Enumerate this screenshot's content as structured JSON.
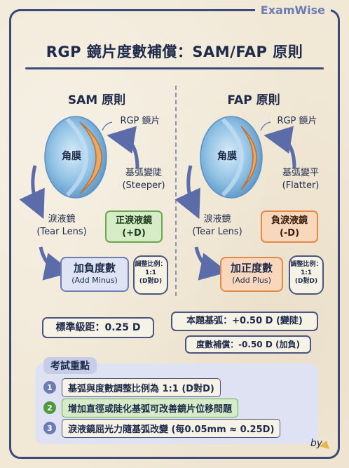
{
  "brand": "ExamWise",
  "title": "RGP 鏡片度數補償：SAM/FAP 原則",
  "sam": {
    "heading": "SAM 原則",
    "lens_label": "RGP 鏡片",
    "cornea_label": "角膜",
    "curve_label": "基弧變陡",
    "curve_sub": "(Steeper)",
    "tear_label": "淚液鏡",
    "tear_sub": "(Tear Lens)",
    "tag": "正淚液鏡",
    "tag_sub": "(+D)",
    "result": "加負度數",
    "result_sub": "(Add Minus)",
    "ratio_title": "調整比例：",
    "ratio_value": "1:1",
    "ratio_sub": "(D對D)"
  },
  "fap": {
    "heading": "FAP 原則",
    "lens_label": "RGP 鏡片",
    "cornea_label": "角膜",
    "curve_label": "基弧變平",
    "curve_sub": "(Flatter)",
    "tear_label": "淚液鏡",
    "tear_sub": "(Tear Lens)",
    "tag": "負淚液鏡",
    "tag_sub": "(-D)",
    "result": "加正度數",
    "result_sub": "(Add Plus)",
    "ratio_title": "調整比例：",
    "ratio_value": "1:1",
    "ratio_sub": "(D對D)"
  },
  "step": "標準級距：0.25 D",
  "example": {
    "base_curve": "本題基弧：+0.50 D (變陡)",
    "compensation": "度數補償：-0.50 D (加負)"
  },
  "exam": {
    "title": "考試重點",
    "items": [
      {
        "num": "1",
        "text": "基弧與度數調整比例為 1:1 (D對D)"
      },
      {
        "num": "2",
        "text": "增加直徑或陡化基弧可改善鏡片位移問題"
      },
      {
        "num": "3",
        "text": "淚液鏡屈光力隨基弧改變 (每0.05mm ≈ 0.25D)"
      }
    ]
  },
  "footer": "by",
  "colors": {
    "frame": "#3b4a78",
    "green": "#6aa84f",
    "orange": "#e08a4a",
    "blue": "#6d7cb4",
    "cornea": "#7fb1da",
    "lens": "#d98a3f"
  }
}
